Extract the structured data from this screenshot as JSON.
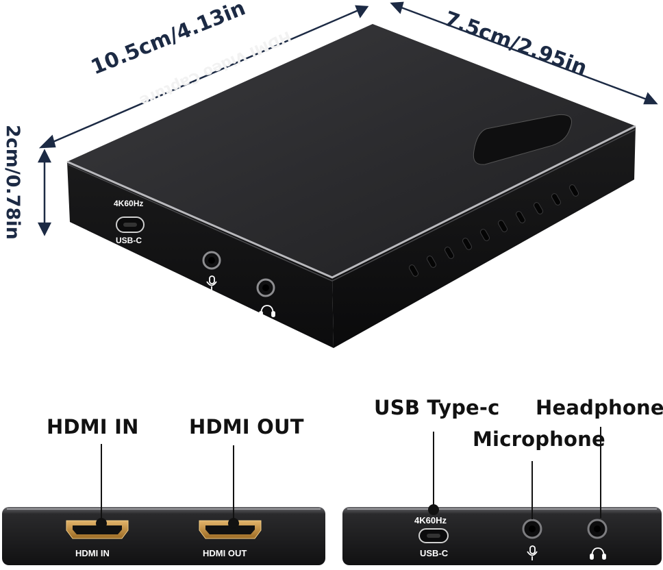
{
  "dimensions": {
    "length": "10.5cm/4.13in",
    "width": "7.5cm/2.95in",
    "height": "2cm/0.78in"
  },
  "device": {
    "top_label": "HDMI Video Capture",
    "port_resolution": "4K60Hz",
    "port_usb": "USB-C"
  },
  "bottom_left": {
    "callout_hdmi_in": "HDMI IN",
    "callout_hdmi_out": "HDMI OUT",
    "port_label_in": "HDMI IN",
    "port_label_out": "HDMI OUT"
  },
  "bottom_right": {
    "callout_usb": "USB Type-c",
    "callout_headphone": "Headphone",
    "callout_microphone": "Microphone",
    "port_resolution": "4K60Hz",
    "port_usb": "USB-C"
  },
  "colors": {
    "dimension_text": "#1c2a44",
    "device_body": "#2b2b2d",
    "hdmi_gold": "#c9943f"
  },
  "icons": [
    "microphone-icon",
    "headphone-icon"
  ]
}
